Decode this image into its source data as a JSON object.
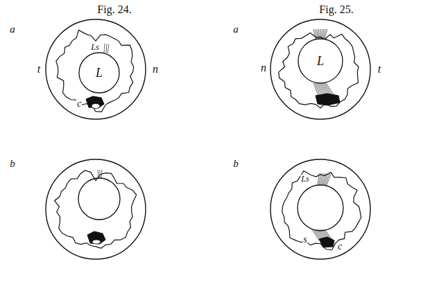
{
  "diagram": {
    "nodes": [
      {
        "text": [
          "L"
        ]
      },
      {
        "text": [
          "L"
        ]
      }
    ],
    "labels": [
      "Fig. 24.",
      "Fig. 25.",
      "a",
      "b",
      "a",
      "b",
      "t",
      "n",
      "Ls",
      "c",
      "n",
      "t",
      "Ls",
      "s",
      "c"
    ]
  }
}
